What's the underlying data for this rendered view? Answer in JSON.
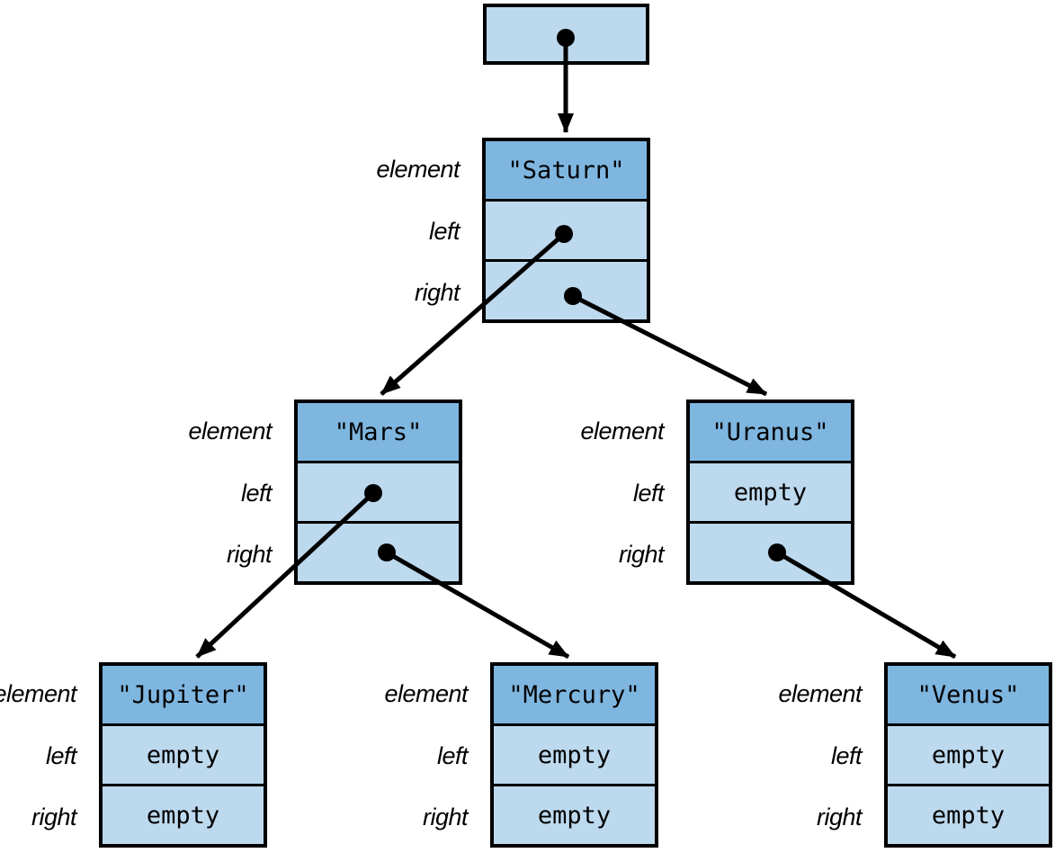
{
  "colors": {
    "header_fill": "#7eb6e0",
    "cell_fill": "#bdd9ee",
    "border": "#000000",
    "arrow": "#000000",
    "background": "#ffffff"
  },
  "field_labels": {
    "element": "element",
    "left": "left",
    "right": "right"
  },
  "nodes": {
    "root": {
      "kind": "reference",
      "points_to": "Saturn"
    },
    "saturn": {
      "element": "\"Saturn\"",
      "left": {
        "type": "pointer",
        "to": "Mars"
      },
      "right": {
        "type": "pointer",
        "to": "Uranus"
      }
    },
    "mars": {
      "element": "\"Mars\"",
      "left": {
        "type": "pointer",
        "to": "Jupiter"
      },
      "right": {
        "type": "pointer",
        "to": "Mercury"
      }
    },
    "uranus": {
      "element": "\"Uranus\"",
      "left": {
        "type": "empty",
        "text": "empty"
      },
      "right": {
        "type": "pointer",
        "to": "Venus"
      }
    },
    "jupiter": {
      "element": "\"Jupiter\"",
      "left": {
        "type": "empty",
        "text": "empty"
      },
      "right": {
        "type": "empty",
        "text": "empty"
      }
    },
    "mercury": {
      "element": "\"Mercury\"",
      "left": {
        "type": "empty",
        "text": "empty"
      },
      "right": {
        "type": "empty",
        "text": "empty"
      }
    },
    "venus": {
      "element": "\"Venus\"",
      "left": {
        "type": "empty",
        "text": "empty"
      },
      "right": {
        "type": "empty",
        "text": "empty"
      }
    }
  },
  "edges": [
    {
      "from": "root",
      "to": "saturn"
    },
    {
      "from": "saturn.left",
      "to": "mars"
    },
    {
      "from": "saturn.right",
      "to": "uranus"
    },
    {
      "from": "mars.left",
      "to": "jupiter"
    },
    {
      "from": "mars.right",
      "to": "mercury"
    },
    {
      "from": "uranus.right",
      "to": "venus"
    }
  ]
}
